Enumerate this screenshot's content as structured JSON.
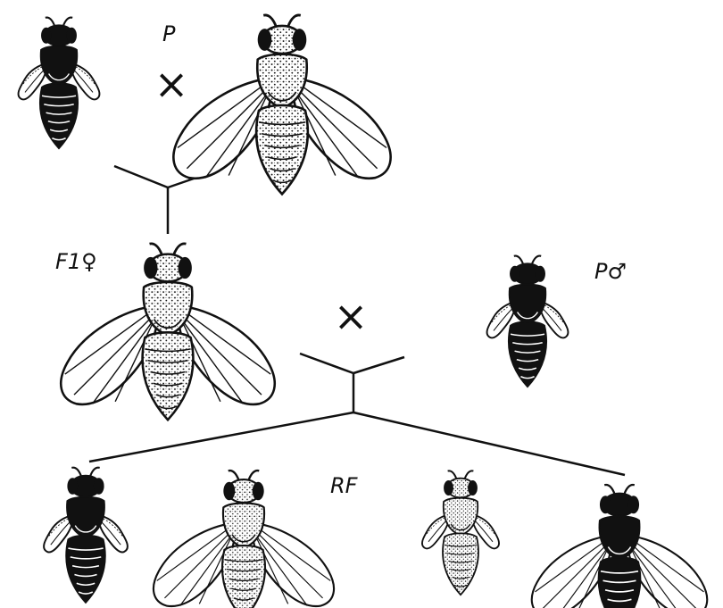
{
  "labels": {
    "p": "P",
    "cross_1": "×",
    "f1_female": "F1♀",
    "p_male": "P♂",
    "cross_2": "×",
    "rf": "RF"
  },
  "flies": [
    {
      "id": "p-dark-vestigial",
      "body": "dark",
      "wings": "vestigial",
      "generation": "P"
    },
    {
      "id": "p-light-long",
      "body": "light",
      "wings": "long",
      "generation": "P"
    },
    {
      "id": "f1-light-long",
      "body": "light",
      "wings": "long",
      "generation": "F1"
    },
    {
      "id": "p-male-dark-vestigial",
      "body": "dark",
      "wings": "vestigial",
      "generation": "P"
    },
    {
      "id": "rf-dark-vestigial",
      "body": "dark",
      "wings": "vestigial",
      "generation": "RF"
    },
    {
      "id": "rf-light-long",
      "body": "light",
      "wings": "long",
      "generation": "RF"
    },
    {
      "id": "rf-light-vestigial",
      "body": "light",
      "wings": "vestigial",
      "generation": "RF"
    },
    {
      "id": "rf-dark-long",
      "body": "dark",
      "wings": "long",
      "generation": "RF"
    }
  ],
  "colors": {
    "ink": "#111111",
    "paper": "#ffffff"
  }
}
